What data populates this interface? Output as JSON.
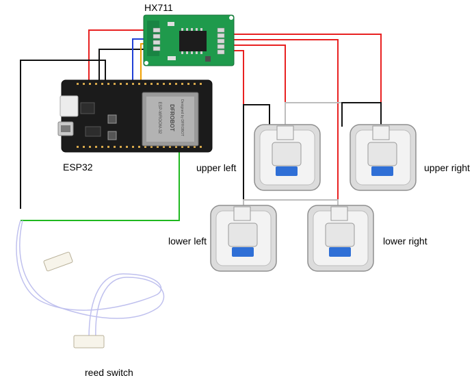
{
  "labels": {
    "hx711": "HX711",
    "esp32": "ESP32",
    "upper_left": "upper left",
    "upper_right": "upper right",
    "lower_left": "lower left",
    "lower_right": "lower right",
    "reed_switch": "reed switch"
  },
  "board_text": {
    "brand": "DFROBOT",
    "module": "ESP-WROOM-32",
    "designed_by": "Designed by DFROBOT"
  },
  "colors": {
    "wire_red": "#e82020",
    "wire_black": "#111111",
    "wire_blue": "#1f3fd6",
    "wire_yellow": "#f0a000",
    "wire_green": "#1fb81f",
    "wire_white": "#bdbdbd",
    "hx711_board": "#1f9a4c",
    "esp32_board": "#1b1b1b",
    "load_cell_body": "#d9d9d9"
  }
}
